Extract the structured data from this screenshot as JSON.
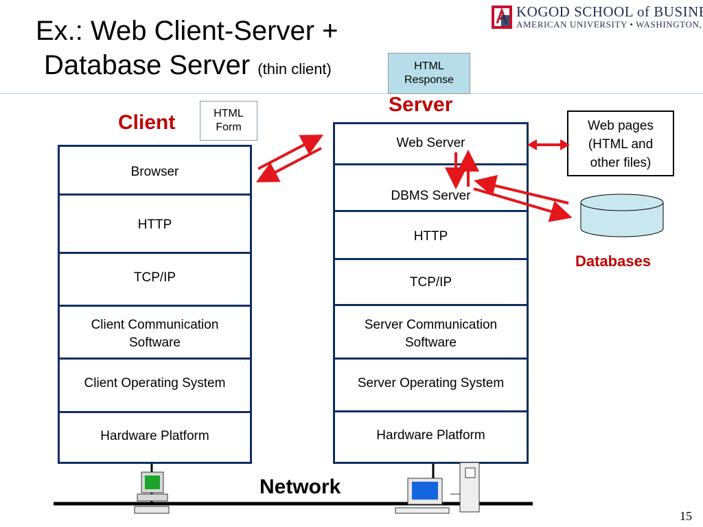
{
  "title": {
    "line1": "Ex.: Web Client-Server +",
    "line2": "Database Server",
    "note": "(thin client)"
  },
  "logo": {
    "line1": "KOGOD SCHOOL of BUSINESS",
    "line2": "AMERICAN UNIVERSITY • WASHINGTON, DC",
    "colors": {
      "red": "#c8102e",
      "navy": "#1f2f55"
    }
  },
  "callouts": {
    "html_response": "HTML\nResponse",
    "html_form": "HTML\nForm"
  },
  "client": {
    "label": "Client",
    "layers": [
      "Browser",
      "HTTP",
      "TCP/IP",
      "Client Communication\nSoftware",
      "Client Operating System",
      "Hardware Platform"
    ]
  },
  "server": {
    "label": "Server",
    "layers": [
      "Web Server",
      "DBMS Server",
      "HTTP",
      "TCP/IP",
      "Server Communication\nSoftware",
      "Server Operating System",
      "Hardware Platform"
    ]
  },
  "web_pages": "Web pages\n(HTML and\nother files)",
  "databases": "Databases",
  "network": "Network",
  "page_number": "15",
  "colors": {
    "stack_border": "#0d2f5c",
    "accent_red": "#c00000",
    "arrow_red": "#e4161b",
    "callout_fill": "#b7dde8",
    "db_fill": "#c9e7ef"
  }
}
